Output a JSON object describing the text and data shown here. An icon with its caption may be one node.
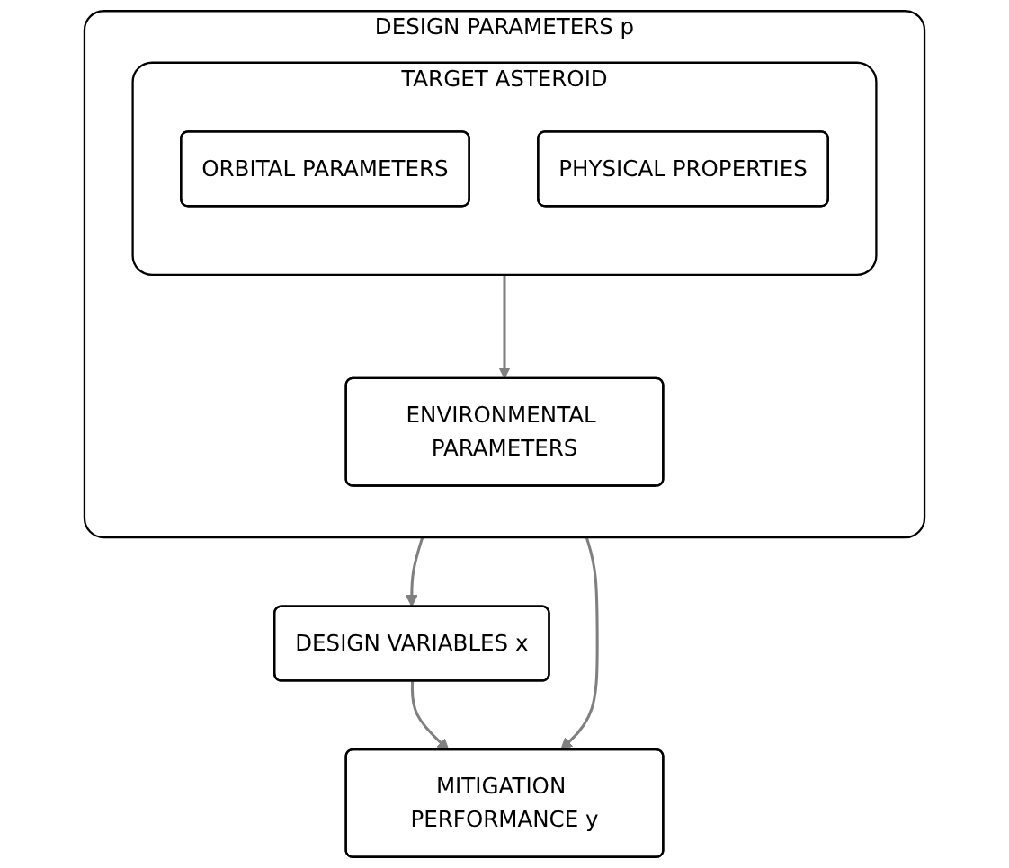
{
  "diagram": {
    "nodes": [
      {
        "text": [
          "DESIGN PARAMETERS p"
        ]
      },
      {
        "text": [
          "TARGET ASTEROID"
        ],
        "in": 0
      },
      {
        "text": [
          "ORBITAL PARAMETERS"
        ],
        "in": 1
      },
      {
        "text": [
          "PHYSICAL PROPERTIES"
        ],
        "in": 1
      },
      {
        "text": [
          "ENVIRONMENTAL PARAMETERS"
        ],
        "in": 0
      },
      {
        "text": [
          "DESIGN VARIABLES x"
        ]
      },
      {
        "text": [
          "MITIGATION PERFORMANCE y"
        ]
      }
    ],
    "edges": [
      {
        "from": 1,
        "to": 4,
        "arrow": "to"
      },
      {
        "from": 0,
        "to": 5,
        "arrow": "to"
      },
      {
        "from": 0,
        "to": 6,
        "arrow": "to"
      },
      {
        "from": 5,
        "to": 6,
        "arrow": "to"
      }
    ]
  }
}
